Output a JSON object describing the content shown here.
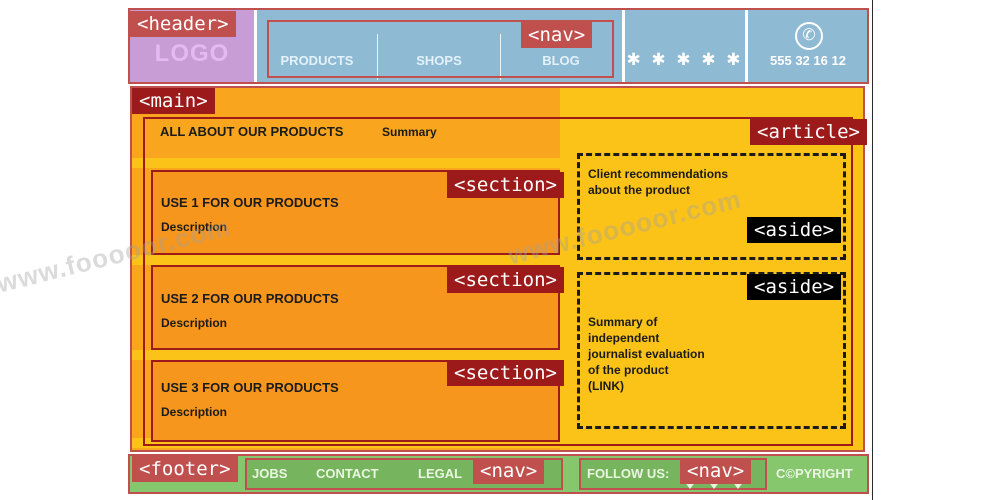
{
  "diagram": {
    "tags": {
      "header": "<header>",
      "nav_top": "<nav>",
      "main": "<main>",
      "article": "<article>",
      "section": "<section>",
      "aside": "<aside>",
      "footer": "<footer>",
      "nav_footer": "<nav>"
    },
    "header": {
      "logo": "LOGO",
      "nav_items": [
        "PRODUCTS",
        "SHOPS",
        "BLOG"
      ],
      "rating": "✱ ✱ ✱ ✱ ✱",
      "phone_icon": "phone-icon",
      "phone_number": "555 32 16 12"
    },
    "main": {
      "article_title": "ALL ABOUT OUR PRODUCTS",
      "article_summary": "Summary",
      "sections": [
        {
          "title": "USE 1 FOR OUR PRODUCTS",
          "desc": "Description"
        },
        {
          "title": "USE 2 FOR OUR PRODUCTS",
          "desc": "Description"
        },
        {
          "title": "USE 3 FOR OUR PRODUCTS",
          "desc": "Description"
        }
      ],
      "aside_1": [
        "Client recommendations",
        "about the product"
      ],
      "aside_2": [
        "Summary of",
        "independent",
        "journalist evaluation",
        "of the product",
        "(LINK)"
      ]
    },
    "footer": {
      "nav_items": [
        "JOBS",
        "CONTACT",
        "LEGAL"
      ],
      "follow": "FOLLOW US:",
      "social_icons": [
        "social-icon",
        "social-icon",
        "social-icon"
      ],
      "copyright": "C©PYRIGHT"
    },
    "watermark": "www.fooooor.com"
  },
  "colors": {
    "tag_red": "#c0504d",
    "tag_dark_red": "#9c1a1a",
    "header_blue": "#8fbad4",
    "logo_purple": "#c89cd4",
    "main_yellow": "#fbc318",
    "main_orange": "#f9a51e",
    "footer_green": "#86c66c"
  }
}
